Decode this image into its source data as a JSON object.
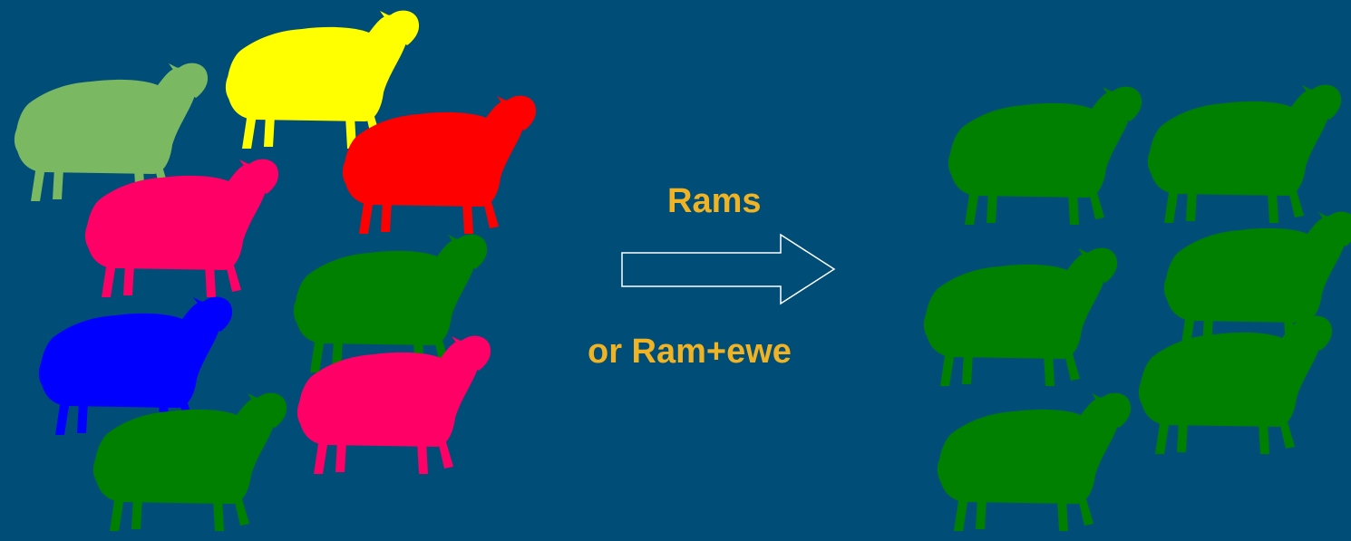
{
  "labels": {
    "top": "Rams",
    "bottom": "or Ram+ewe"
  },
  "colors": {
    "background": "#004d78",
    "label": "#f0b323",
    "arrow_stroke": "#ffffff",
    "light_green": "#7ab862",
    "yellow": "#ffff00",
    "red": "#ff0000",
    "pink": "#ff0066",
    "green": "#008000",
    "blue": "#0000ff"
  },
  "mixed_flock": [
    {
      "name": "sheep-light-green",
      "color": "light_green"
    },
    {
      "name": "sheep-yellow",
      "color": "yellow"
    },
    {
      "name": "sheep-red",
      "color": "red"
    },
    {
      "name": "sheep-pink-top",
      "color": "pink"
    },
    {
      "name": "sheep-green-mid",
      "color": "green"
    },
    {
      "name": "sheep-blue",
      "color": "blue"
    },
    {
      "name": "sheep-pink-bottom",
      "color": "pink"
    },
    {
      "name": "sheep-green-bottom",
      "color": "green"
    }
  ],
  "uniform_flock": [
    {
      "name": "sheep-uniform-1",
      "color": "green"
    },
    {
      "name": "sheep-uniform-2",
      "color": "green"
    },
    {
      "name": "sheep-uniform-3",
      "color": "green"
    },
    {
      "name": "sheep-uniform-4",
      "color": "green"
    },
    {
      "name": "sheep-uniform-5",
      "color": "green"
    },
    {
      "name": "sheep-uniform-6",
      "color": "green"
    },
    {
      "name": "sheep-uniform-7",
      "color": "green"
    }
  ]
}
